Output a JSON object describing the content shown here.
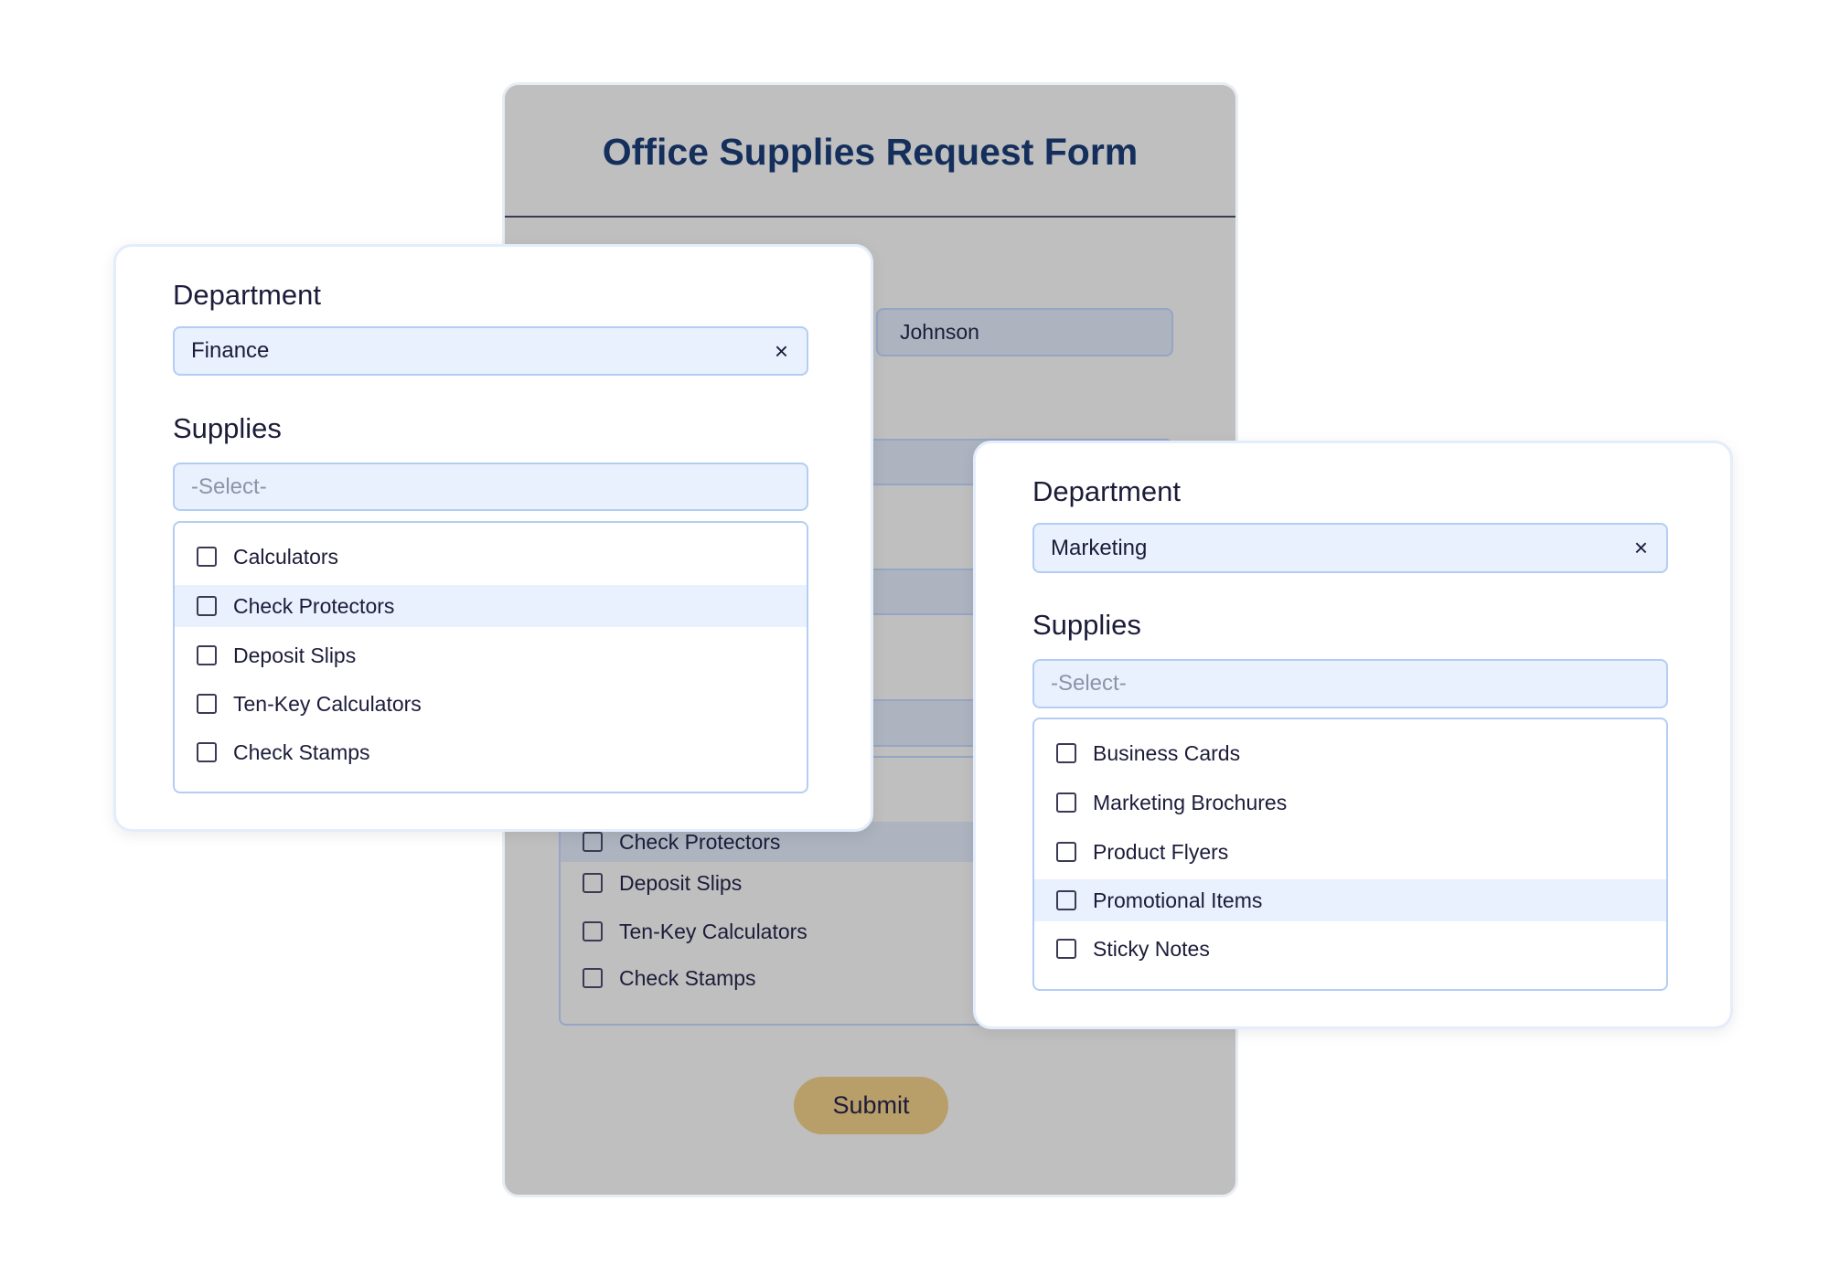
{
  "form": {
    "title": "Office Supplies Request Form",
    "last_name_value": "Johnson",
    "supplies_options": [
      "Check Protectors",
      "Deposit Slips",
      "Ten-Key Calculators",
      "Check Stamps"
    ],
    "submit_label": "Submit"
  },
  "finance_card": {
    "department_label": "Department",
    "department_value": "Finance",
    "supplies_label": "Supplies",
    "select_placeholder": "-Select-",
    "options": [
      "Calculators",
      "Check Protectors",
      "Deposit Slips",
      "Ten-Key Calculators",
      "Check Stamps"
    ],
    "highlighted_index": 1
  },
  "marketing_card": {
    "department_label": "Department",
    "department_value": "Marketing",
    "supplies_label": "Supplies",
    "select_placeholder": "-Select-",
    "options": [
      "Business Cards",
      "Marketing Brochures",
      "Product Flyers",
      "Promotional Items",
      "Sticky Notes"
    ],
    "highlighted_index": 3
  },
  "icons": {
    "clear": "×"
  },
  "colors": {
    "title": "#152f5c",
    "submit": "#b89e69",
    "highlight": "#e8f1fd"
  }
}
